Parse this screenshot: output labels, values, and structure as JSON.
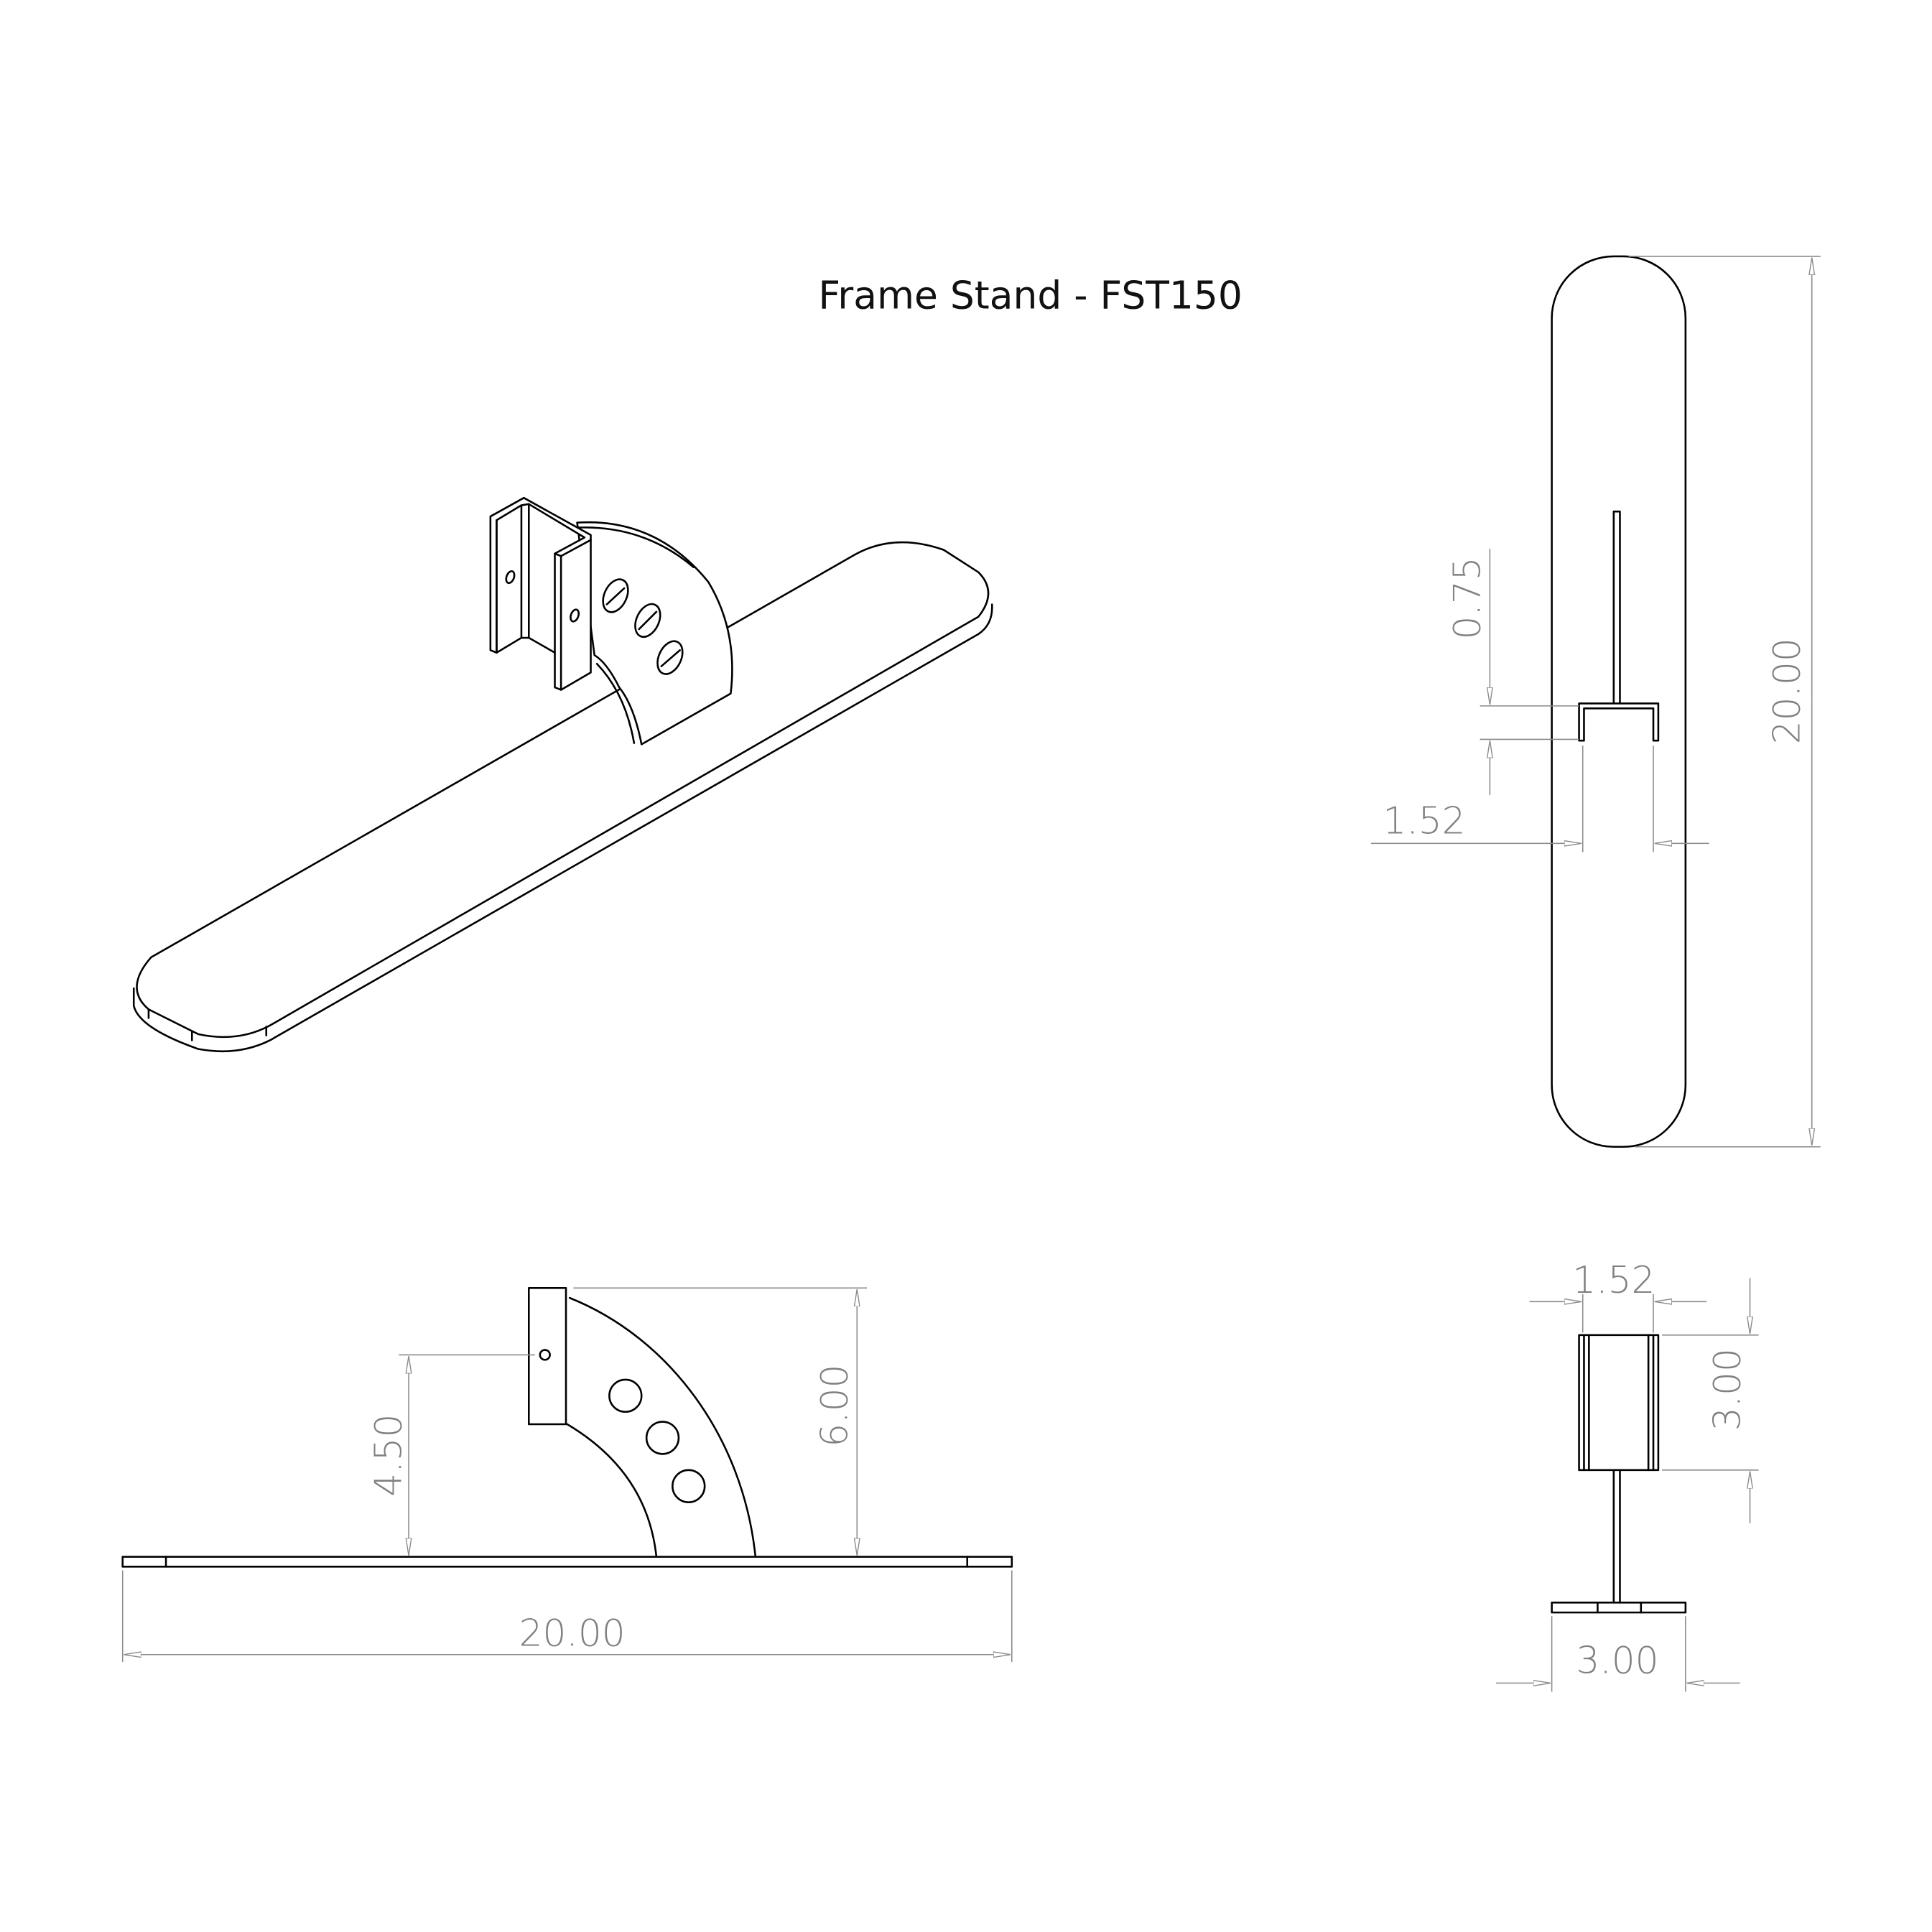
{
  "title": "Frame Stand - FST150",
  "colors": {
    "lines": "#000000",
    "dimensions": "#808080"
  },
  "views": {
    "top": {
      "overall_length": "20.00",
      "offset": "0.75",
      "channel_width": "1.52"
    },
    "front": {
      "overall_length": "20.00",
      "height": "6.00",
      "hole_height": "4.50"
    },
    "side": {
      "channel_width": "1.52",
      "channel_height": "3.00",
      "base_width": "3.00"
    }
  }
}
